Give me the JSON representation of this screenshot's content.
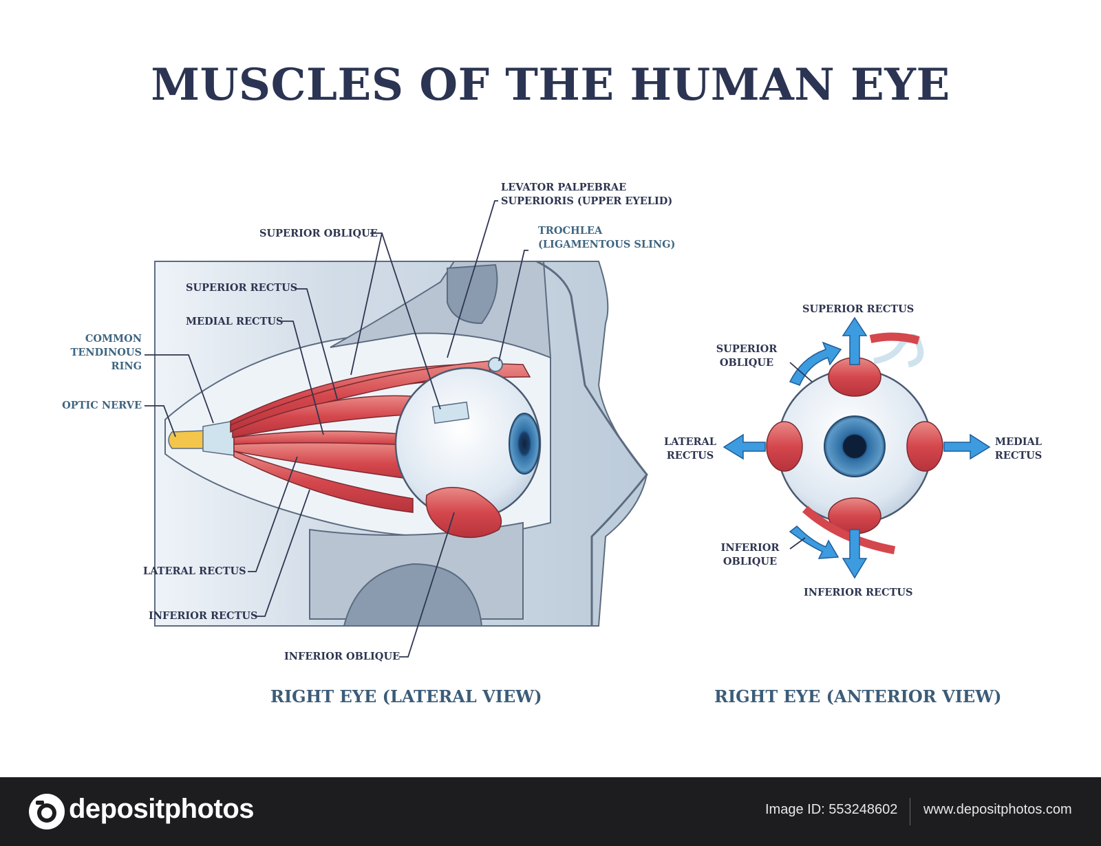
{
  "title": "MUSCLES OF THE HUMAN EYE",
  "lateral": {
    "caption": "RIGHT EYE (LATERAL VIEW)",
    "labels": {
      "levator_line1": "LEVATOR PALPEBRAE",
      "levator_line2": "SUPERIORIS (UPPER EYELID)",
      "superior_oblique": "SUPERIOR OBLIQUE",
      "trochlea_line1": "TROCHLEA",
      "trochlea_line2": "(LIGAMENTOUS SLING)",
      "superior_rectus": "SUPERIOR RECTUS",
      "medial_rectus": "MEDIAL RECTUS",
      "common_line1": "COMMON",
      "common_line2": "TENDINOUS",
      "common_line3": "RING",
      "optic_nerve": "OPTIC NERVE",
      "lateral_rectus": "LATERAL RECTUS",
      "inferior_rectus": "INFERIOR RECTUS",
      "inferior_oblique": "INFERIOR OBLIQUE"
    }
  },
  "anterior": {
    "caption": "RIGHT EYE (ANTERIOR VIEW)",
    "labels": {
      "superior_rectus": "SUPERIOR RECTUS",
      "superior_oblique_line1": "SUPERIOR",
      "superior_oblique_line2": "OBLIQUE",
      "lateral_rectus_line1": "LATERAL",
      "lateral_rectus_line2": "RECTUS",
      "medial_rectus_line1": "MEDIAL",
      "medial_rectus_line2": "RECTUS",
      "inferior_oblique_line1": "INFERIOR",
      "inferior_oblique_line2": "OBLIQUE",
      "inferior_rectus": "INFERIOR RECTUS"
    }
  },
  "footer": {
    "brand": "depositphotos",
    "image_id": "Image ID: 553248602",
    "site": "www.depositphotos.com"
  },
  "colors": {
    "title": "#2b3452",
    "label": "#2e3550",
    "caption": "#3c5c78",
    "muscle": "#d9575a",
    "tendon": "#cfe3ee",
    "bone": "#c7d3df",
    "arrow": "#3d9be0",
    "iris": "#2e6fa6"
  }
}
